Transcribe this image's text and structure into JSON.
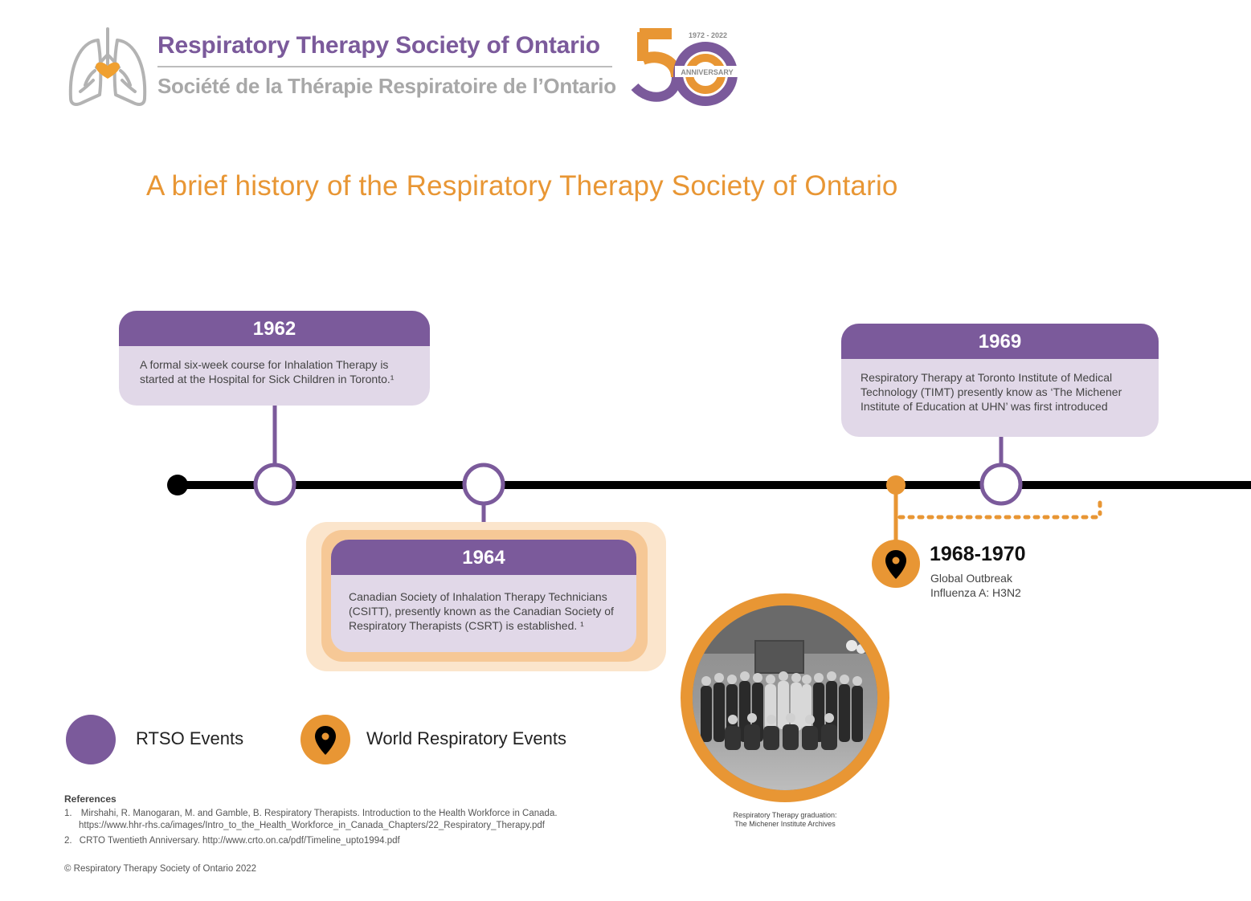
{
  "header": {
    "org_name_en": "Respiratory Therapy Society of Ontario",
    "org_name_fr": "Société de la Thérapie Respiratoire de l’Ontario",
    "anniversary": {
      "years": "1972 - 2022",
      "number": "50",
      "label": "ANNIVERSARY"
    }
  },
  "title": "A brief history of the Respiratory Therapy Society of Ontario",
  "events": [
    {
      "year": "1962",
      "type": "RTSO",
      "description": "A formal six-week course for Inhalation Therapy is started at the Hospital for Sick Children in Toronto.¹"
    },
    {
      "year": "1964",
      "type": "RTSO",
      "description": "Canadian Society of Inhalation Therapy Technicians (CSITT), presently known as the Canadian Society of Respiratory Therapists (CSRT) is established. ¹"
    },
    {
      "year": "1969",
      "type": "RTSO",
      "description": "Respiratory Therapy at Toronto Institute of Medical Technology (TIMT) presently know as ‘The Michener Institute of Education at UHN’ was first introduced"
    }
  ],
  "world_event": {
    "year": "1968-1970",
    "line1": "Global Outbreak",
    "line2": "Influenza A: H3N2"
  },
  "legend": {
    "rtso": "RTSO Events",
    "world": "World Respiratory Events"
  },
  "photo": {
    "caption_line1": "Respiratory Therapy graduation:",
    "caption_line2": "The Michener Institute Archives"
  },
  "references": {
    "heading": "References",
    "items": [
      {
        "number": "1.",
        "line1": "Mirshahi, R. Manogaran, M. and Gamble, B. Respiratory Therapists. Introduction to the Health Workforce in Canada.",
        "line2": "https://www.hhr-rhs.ca/images/Intro_to_the_Health_Workforce_in_Canada_Chapters/22_Respiratory_Therapy.pdf"
      },
      {
        "number": "2.",
        "line1": "CRTO Twentieth Anniversary. http://www.crto.on.ca/pdf/Timeline_upto1994.pdf"
      }
    ]
  },
  "copyright": "© Respiratory Therapy Society of Ontario 2022",
  "colors": {
    "purple": "#7b5a9b",
    "light_purple": "#e1d8e8",
    "orange": "#e89634",
    "light_orange": "#fbe5cc",
    "gray": "#a8a8a8",
    "timeline": "#000000"
  },
  "icons": {
    "rtso": "lungs-heart-icon",
    "world": "map-pin-icon"
  }
}
